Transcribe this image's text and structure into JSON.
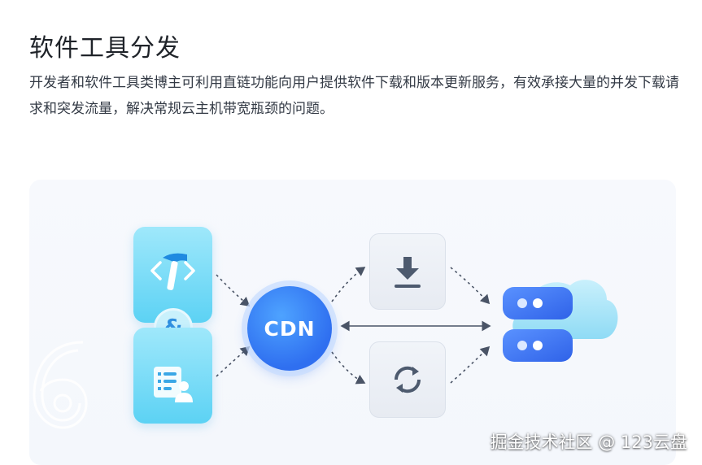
{
  "title": "软件工具分发",
  "description": "开发者和软件工具类博主可利用直链功能向用户提供软件下载和版本更新服务，有效承接大量的并发下载请求和突发流量，解决常规云主机带宽瓶颈的问题。",
  "diagram": {
    "center_label": "CDN",
    "amp_label": "&",
    "icons": {
      "developer": "code-hammer-icon",
      "blogger": "document-user-icon",
      "download": "download-icon",
      "update": "refresh-icon",
      "server": "cloud-server-icon"
    },
    "colors": {
      "accent_blue": "#2f6ff0",
      "card_cyan": "#5cd2f4",
      "server_blue": "#3b74f2"
    }
  },
  "watermark": "掘金技术社区 @ 123云盘"
}
